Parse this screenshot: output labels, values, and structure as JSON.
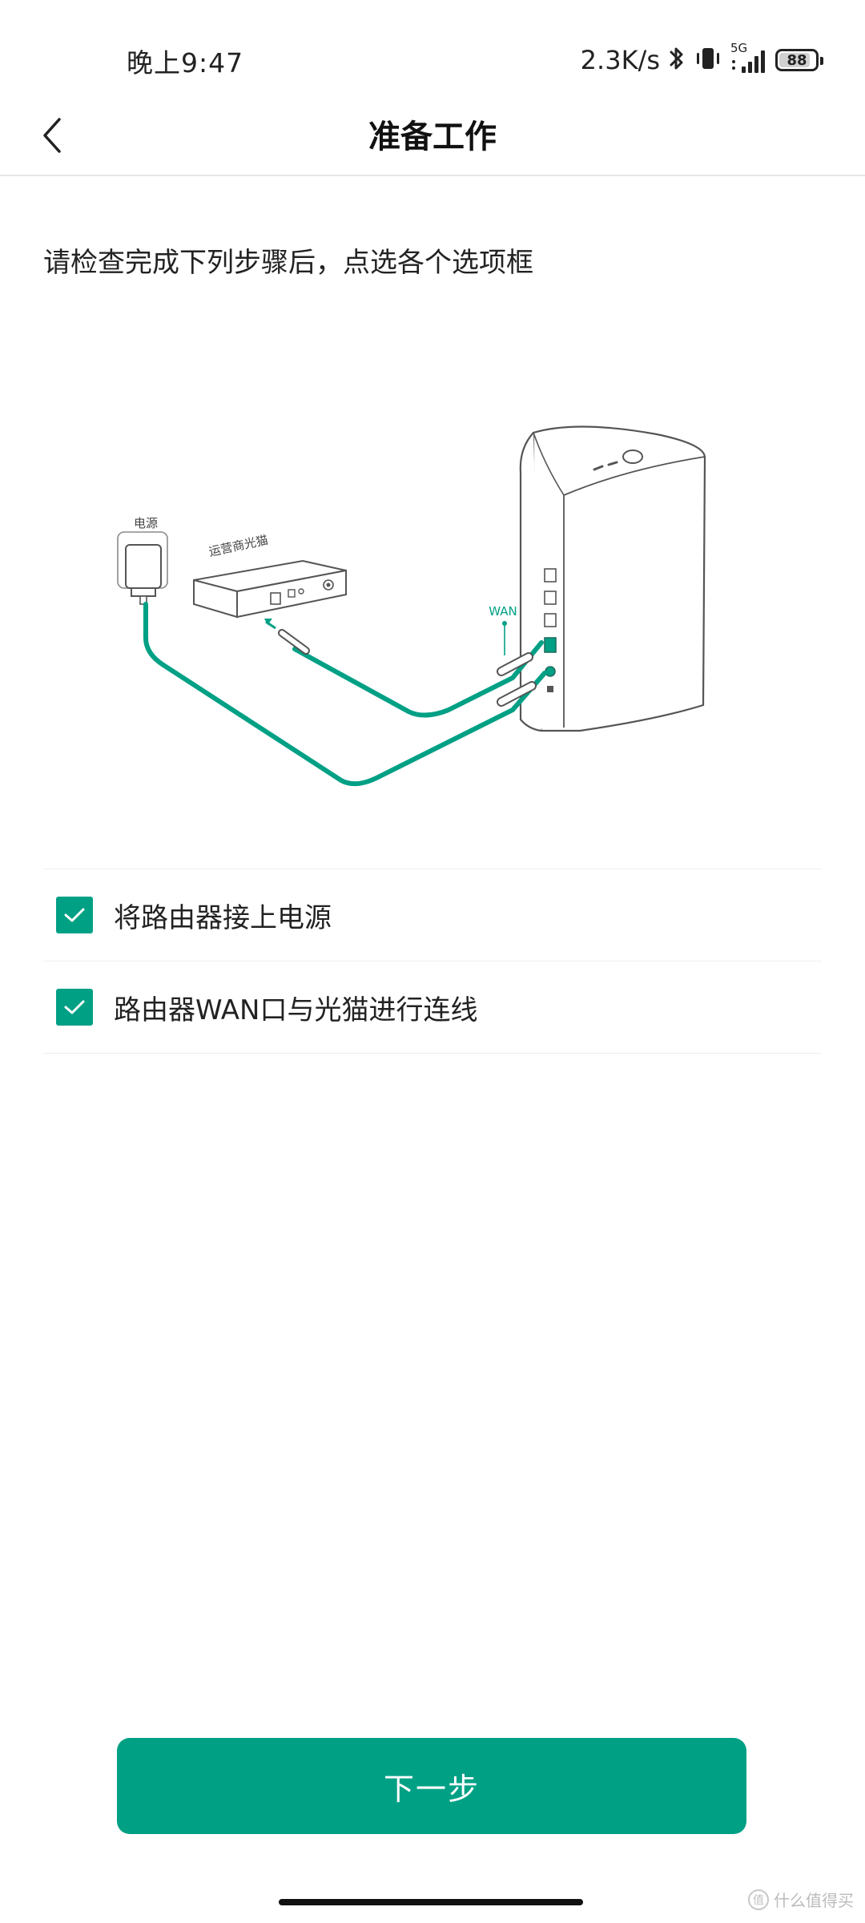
{
  "status_bar": {
    "time": "晚上9:47",
    "net_speed": "2.3K/s",
    "network_type": "5G",
    "battery_level": 88,
    "battery_text": "88",
    "icons": [
      "bluetooth-icon",
      "vibrate-icon",
      "signal-icon",
      "battery-icon"
    ]
  },
  "header": {
    "title": "准备工作",
    "back_icon": "chevron-left-icon"
  },
  "instruction": "请检查完成下列步骤后，点选各个选项框",
  "illustration": {
    "power_label": "电源",
    "modem_label": "运营商光猫",
    "wan_label": "WAN",
    "accent_color": "#00a085"
  },
  "checklist": {
    "items": [
      {
        "label": "将路由器接上电源",
        "checked": true
      },
      {
        "label": "路由器WAN口与光猫进行连线",
        "checked": true
      }
    ]
  },
  "next_button": {
    "label": "下一步"
  },
  "watermark": {
    "logo_text": "值",
    "text": "什么值得买"
  },
  "colors": {
    "accent": "#00a085",
    "text": "#222222",
    "divider": "#eeeeee"
  }
}
